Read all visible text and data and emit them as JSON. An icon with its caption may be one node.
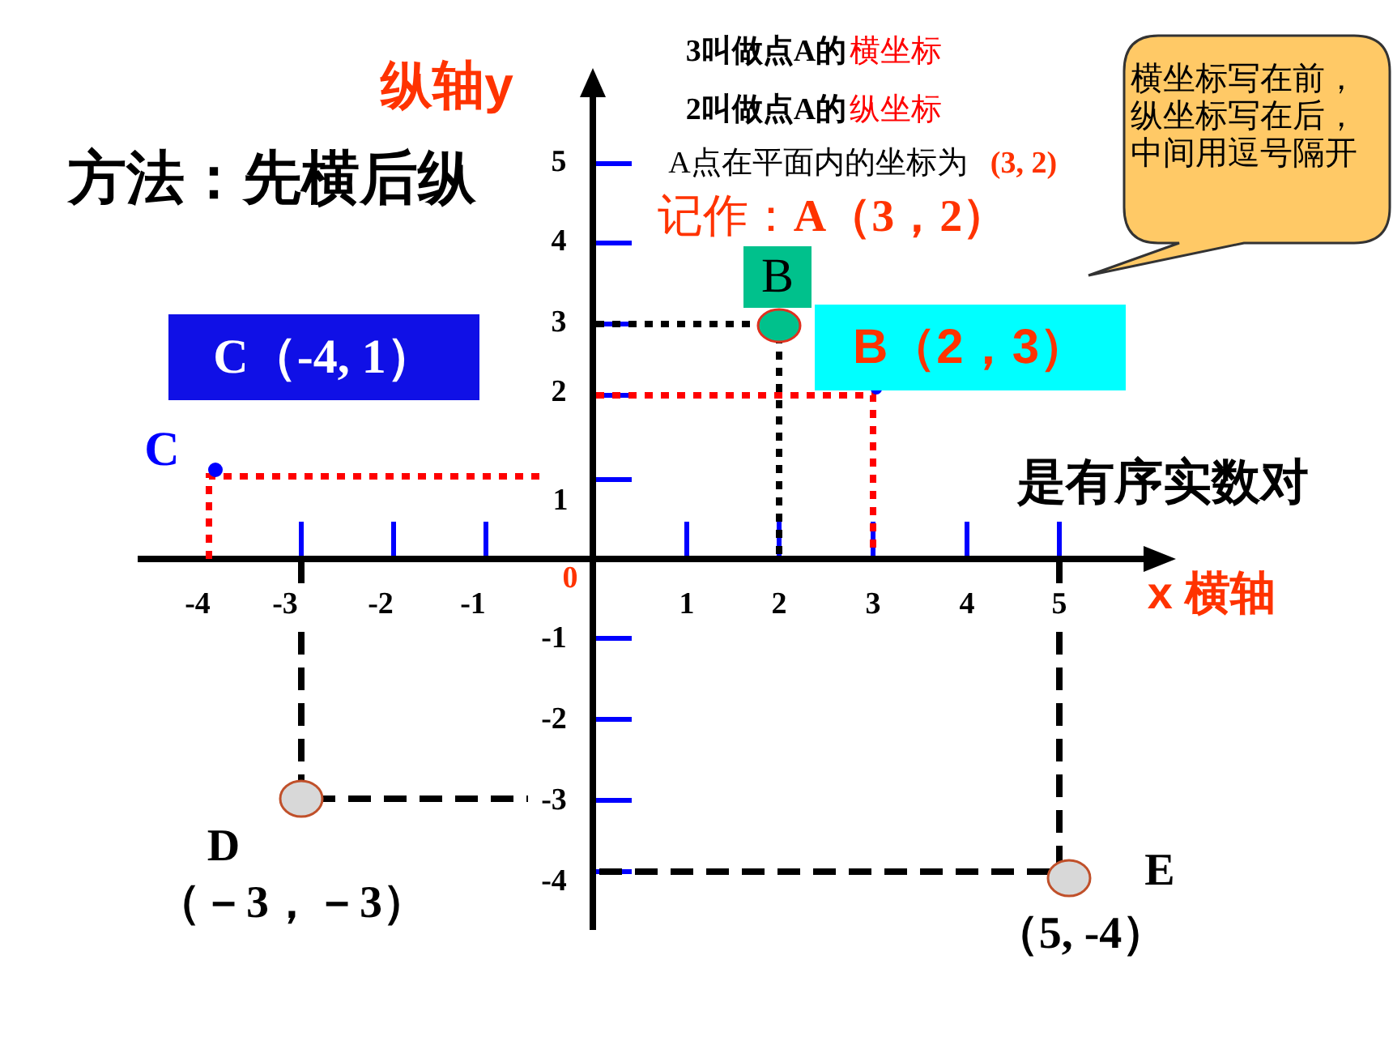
{
  "diagram": {
    "nodes": [
      {
        "text": [
          "横坐标写在前，纵坐标写在后，中间用逗号隔开"
        ]
      },
      {
        "text": [
          "C（-4, 1）"
        ]
      },
      {
        "text": [
          "B（2，3）"
        ]
      },
      {
        "text": [
          "B"
        ]
      }
    ],
    "labels": [
      "3叫做点A的",
      "横坐标",
      "2叫做点A的",
      "纵坐标",
      "纵轴y",
      "5",
      "A点在平面内的坐标为",
      "(3, 2)",
      "方法：先横后纵",
      "记作：**A（3，2）**",
      "4",
      "3",
      "2",
      "C",
      "是有序实数对",
      "1",
      "-4",
      "-3",
      "-2",
      "-1",
      "0",
      "1",
      "2",
      "3",
      "4",
      "5",
      "x 横轴",
      "-1",
      "-2",
      "-3",
      "D",
      "E",
      "-4",
      "（－3，－3）",
      "（5, -4）"
    ]
  }
}
